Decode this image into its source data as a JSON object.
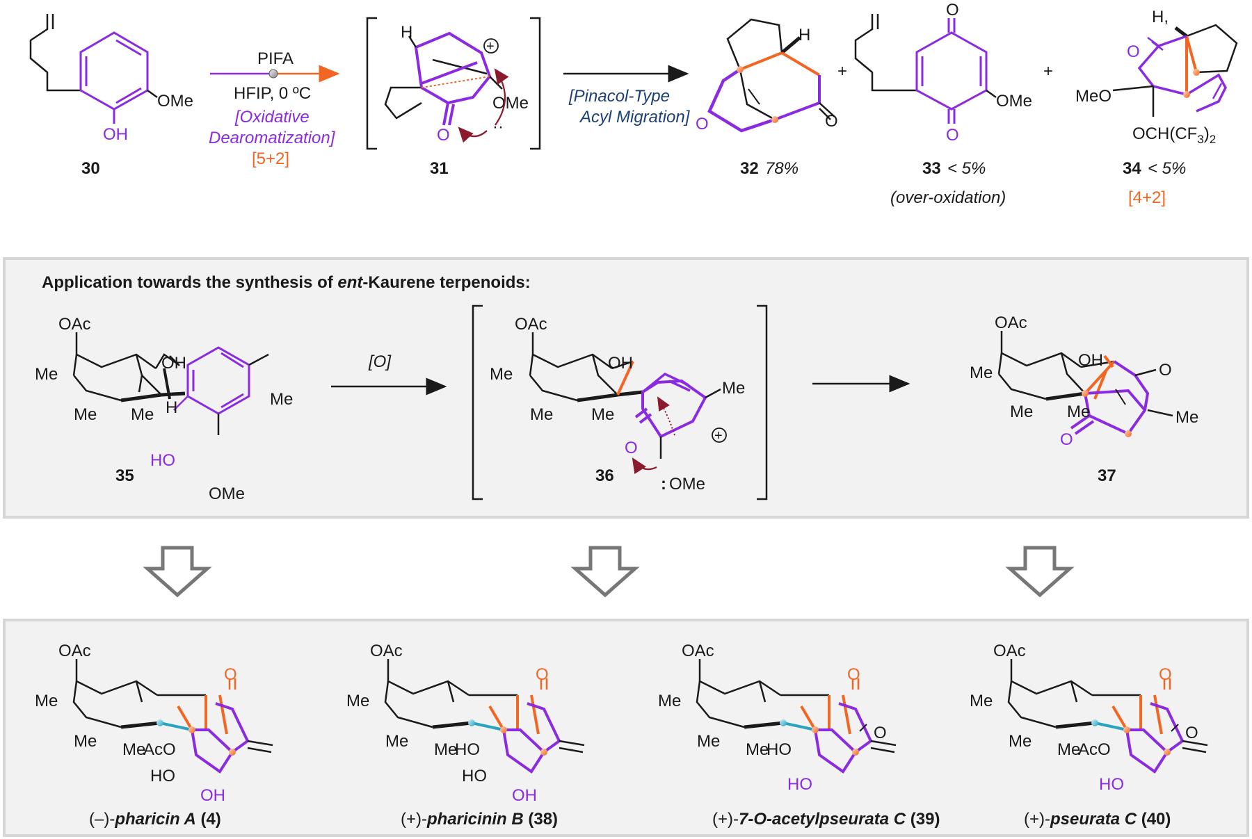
{
  "colors": {
    "purple": "#8a2be2",
    "orange": "#f26522",
    "navy": "#1c3f75",
    "teal": "#2aa3bf",
    "maroon": "#8b1a2e",
    "panel_bg": "#f2f2f2",
    "panel_border": "#d6d6d6",
    "arrow_gray": "#777777"
  },
  "top": {
    "c30": {
      "number": "30",
      "sub_ome": "OMe",
      "sub_oh": "OH"
    },
    "step1": {
      "reagent": "PIFA",
      "conditions": "HFIP, 0 ºC",
      "line1": "[Oxidative",
      "line2": "Dearomatization]",
      "cyclo": "[5+2]"
    },
    "c31": {
      "number": "31",
      "h": "H",
      "o": "O",
      "ome": "OMe",
      "charge": "+",
      "lone_pair": "··"
    },
    "step2": {
      "line1": "[Pinacol-Type",
      "line2": "Acyl Migration]"
    },
    "c32": {
      "number": "32",
      "yield": "78%",
      "h": "H",
      "o1": "O",
      "o2": "O"
    },
    "plus1": "+",
    "c33": {
      "number": "33",
      "yield": "< 5%",
      "note": "(over-oxidation)",
      "o1": "O",
      "o2": "O",
      "ome": "OMe"
    },
    "plus2": "+",
    "c34": {
      "number": "34",
      "yield": "< 5%",
      "note": "[4+2]",
      "h": "H,",
      "o": "O",
      "meo": "MeO",
      "och_a": "OCH(CF",
      "och_sub": "3",
      "och_b": ")",
      "och_sub2": "2"
    }
  },
  "application": {
    "heading_a": "Application towards the synthesis of ",
    "heading_em": "ent",
    "heading_b": "-Kaurene terpenoids:",
    "c35": {
      "number": "35",
      "oac": "OAc",
      "me1": "Me",
      "me2": "Me",
      "me3": "Me",
      "oh": "OH",
      "h": "H",
      "ho": "HO",
      "me_ar": "Me",
      "ome": "OMe"
    },
    "step": "[O]",
    "c36": {
      "number": "36",
      "oac": "OAc",
      "me1": "Me",
      "me2": "Me",
      "me3": "Me",
      "oh": "OH",
      "o": "O",
      "me": "Me",
      "ome": "OMe",
      "colon": ":",
      "charge": "+"
    },
    "c37": {
      "number": "37",
      "oac": "OAc",
      "me1": "Me",
      "me2": "Me",
      "me3": "Me",
      "oh": "OH",
      "o1": "O",
      "o2": "O",
      "me": "Me"
    }
  },
  "products": [
    {
      "prefix": "(–)-",
      "name": "pharicin A",
      "number": " (4)",
      "oac": "OAc",
      "me1": "Me",
      "me2": "Me",
      "me3": "Me",
      "sub": "AcO",
      "o": "O",
      "ho": "HO",
      "oh": "OH"
    },
    {
      "prefix": "(+)-",
      "name": "pharicinin B",
      "number": " (38)",
      "oac": "OAc",
      "me1": "Me",
      "me2": "Me",
      "me3": "Me",
      "sub": "HO",
      "o": "O",
      "ho": "HO",
      "oh": "OH"
    },
    {
      "prefix": "(+)-",
      "name": "7-O-acetylpseurata C",
      "number": " (39)",
      "oac": "OAc",
      "me1": "Me",
      "me2": "Me",
      "me3": "Me",
      "sub": "HO",
      "o": "O",
      "o2": "O",
      "ho": "HO"
    },
    {
      "prefix": "(+)-",
      "name": "pseurata C",
      "number": " (40)",
      "oac": "OAc",
      "me1": "Me",
      "me2": "Me",
      "me3": "Me",
      "sub": "AcO",
      "o": "O",
      "o2": "O",
      "ho": "HO"
    }
  ]
}
